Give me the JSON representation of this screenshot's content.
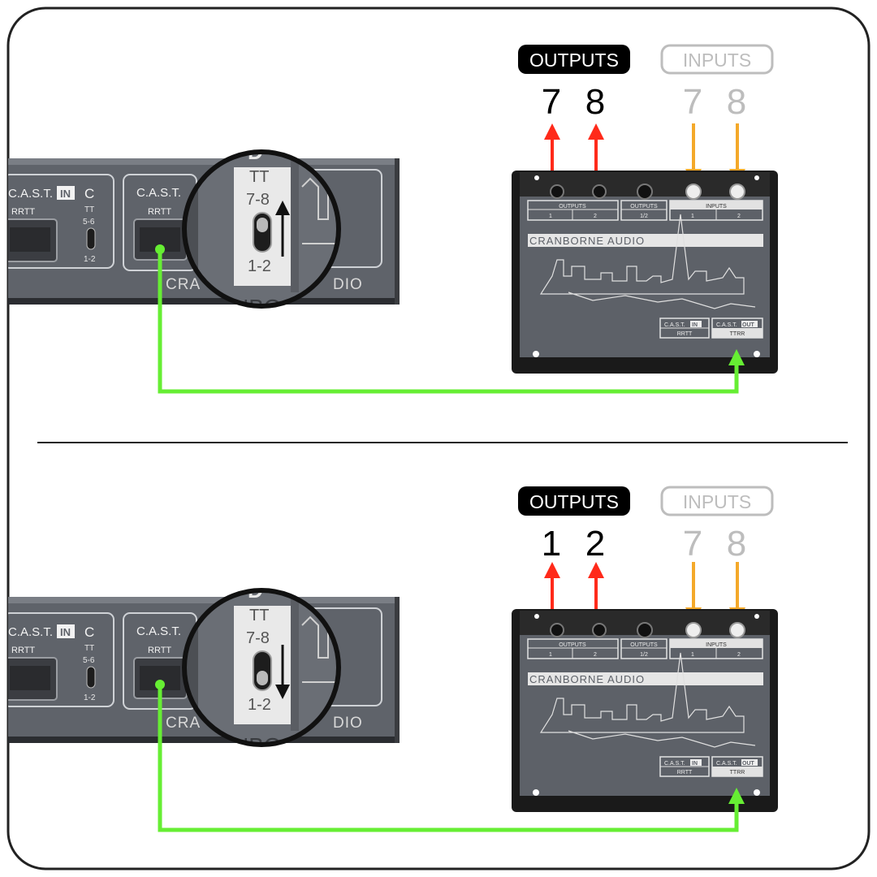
{
  "colors": {
    "output_arrow": "#ff2a1a",
    "input_arrow": "#f4a92a",
    "cable": "#66ee33",
    "frame_border": "#222222",
    "device_panel": "#5d6168",
    "rack_panel": "#666a71",
    "input_label_gray": "#bdbdbd"
  },
  "panels": [
    {
      "header": {
        "outputs_label": "OUTPUTS",
        "inputs_label": "INPUTS"
      },
      "output_numbers": [
        "7",
        "8"
      ],
      "input_numbers": [
        "7",
        "8"
      ],
      "switch_position": "up (7-8)",
      "rack": {
        "cast_in_label": "C.A.S.T.",
        "in_badge": "IN",
        "section_c": "C",
        "section_d": "D",
        "rrtt_left": "RRTT",
        "cast_label_right": "C.A.S.T.",
        "rrtt_right": "RRTT",
        "tt_small": "TT",
        "tt_small_56": "5-6",
        "tt_small_12": "1-2",
        "brand_partial": "CRA",
        "brand_partial_right": "DIO"
      },
      "zoom": {
        "tt": "TT",
        "top": "7-8",
        "bottom": "1-2",
        "brand_fragment": "NBO"
      },
      "device": {
        "outputs_a": "OUTPUTS",
        "out_1": "1",
        "out_2": "2",
        "outputs_b": "OUTPUTS",
        "out_12": "1/2",
        "inputs": "INPUTS",
        "in_1": "1",
        "in_2": "2",
        "brand": "CRANBORNE AUDIO",
        "cast_in": "C.A.S.T.",
        "cast_in_badge": "IN",
        "rrtt": "RRTT",
        "cast_out": "C.A.S.T.",
        "cast_out_badge": "OUT",
        "ttrr": "TTRR"
      }
    },
    {
      "header": {
        "outputs_label": "OUTPUTS",
        "inputs_label": "INPUTS"
      },
      "output_numbers": [
        "1",
        "2"
      ],
      "input_numbers": [
        "7",
        "8"
      ],
      "switch_position": "down (1-2)",
      "rack": {
        "cast_in_label": "C.A.S.T.",
        "in_badge": "IN",
        "section_c": "C",
        "section_d": "D",
        "rrtt_left": "RRTT",
        "cast_label_right": "C.A.S.T.",
        "rrtt_right": "RRTT",
        "tt_small": "TT",
        "tt_small_56": "5-6",
        "tt_small_12": "1-2",
        "brand_partial": "CRA",
        "brand_partial_right": "DIO"
      },
      "zoom": {
        "tt": "TT",
        "top": "7-8",
        "bottom": "1-2",
        "brand_fragment": "NBO"
      },
      "device": {
        "outputs_a": "OUTPUTS",
        "out_1": "1",
        "out_2": "2",
        "outputs_b": "OUTPUTS",
        "out_12": "1/2",
        "inputs": "INPUTS",
        "in_1": "1",
        "in_2": "2",
        "brand": "CRANBORNE AUDIO",
        "cast_in": "C.A.S.T.",
        "cast_in_badge": "IN",
        "rrtt": "RRTT",
        "cast_out": "C.A.S.T.",
        "cast_out_badge": "OUT",
        "ttrr": "TTRR"
      }
    }
  ]
}
